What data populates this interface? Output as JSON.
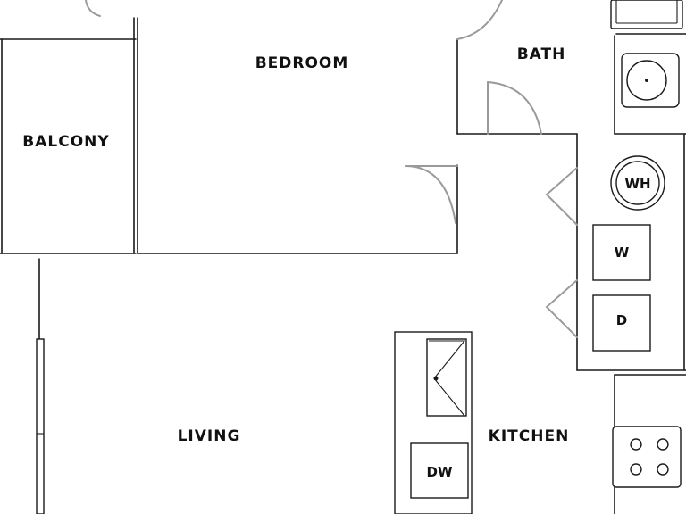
{
  "rooms": {
    "bedroom": "BEDROOM",
    "bath": "BATH",
    "balcony": "BALCONY",
    "living": "LIVING",
    "kitchen": "KITCHEN"
  },
  "fixtures": {
    "water_heater": "WH",
    "washer": "W",
    "dryer": "D",
    "dishwasher": "DW"
  }
}
